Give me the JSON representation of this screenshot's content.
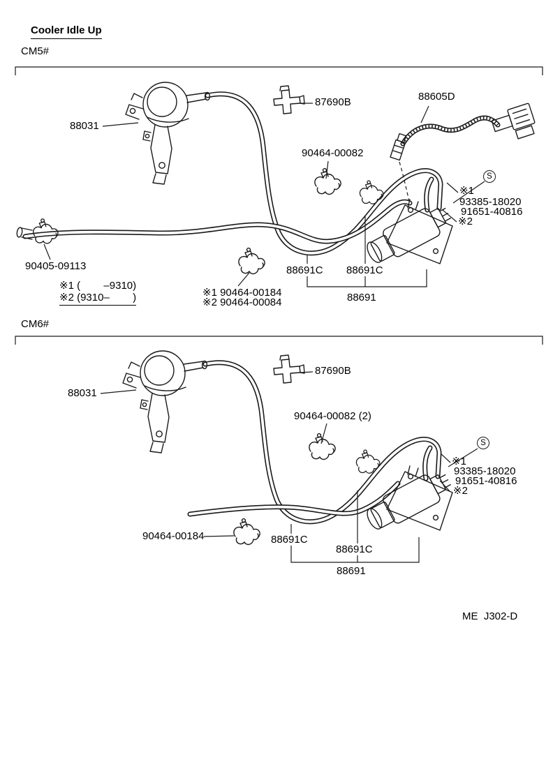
{
  "colors": {
    "ink": "#1a1a1a",
    "paper": "#ffffff"
  },
  "title": "Cooler Idle Up",
  "footer": "ME  J302-D",
  "cm5": {
    "header": "CM5#",
    "labels": [
      "88031",
      "87690B",
      "88605D",
      "90464-00082",
      "90405-09113",
      "88691C",
      "88691C",
      "88691",
      "※1",
      "93385-18020",
      "91651-40816",
      "※2",
      "S"
    ],
    "notes": [
      "※1 (        –9310)",
      "※2 (9310–        )",
      "※1 90464-00184",
      "※2 90464-00084"
    ]
  },
  "cm6": {
    "header": "CM6#",
    "labels": [
      "88031",
      "87690B",
      "90464-00082 (2)",
      "90464-00184",
      "88691C",
      "88691C",
      "88691",
      "※1",
      "93385-18020",
      "91651-40816",
      "※2",
      "S"
    ]
  }
}
